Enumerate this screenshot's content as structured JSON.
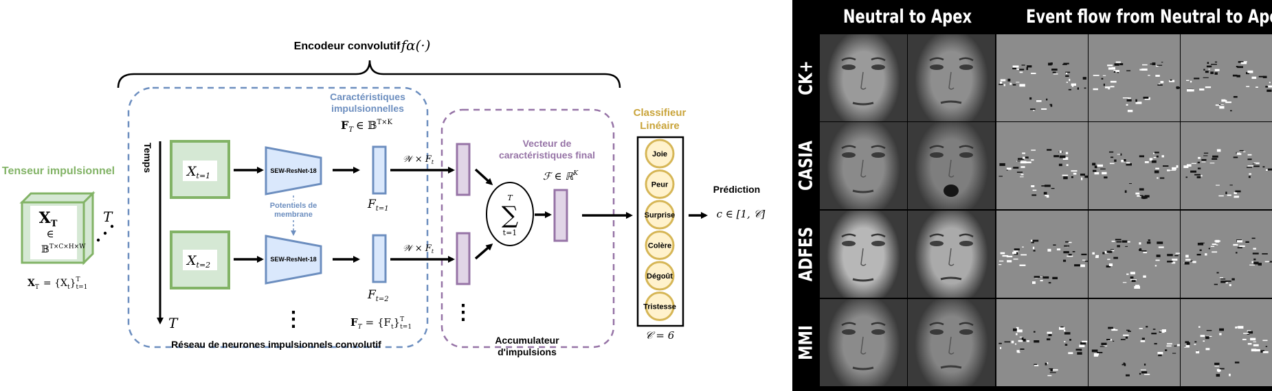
{
  "diagram": {
    "encoder_label": "Encodeur convolutif",
    "encoder_math": "fα(·)",
    "input_title": "Tenseur impulsionnel",
    "input_cube_symbol": "X",
    "input_cube_sub": "T",
    "input_cube_in": "∈",
    "input_cube_space": "𝔹",
    "input_cube_space_sup": "T×C×H×W",
    "input_depth_T": "T",
    "input_set": "X",
    "input_set_rest": "= {X",
    "input_set_sub": "T",
    "input_set_sub2": "t",
    "input_set_close": "}",
    "input_set_sup": "T",
    "input_set_idx": "t=1",
    "time_axis_label": "Temps",
    "time_axis_T": "T",
    "snn_label": "Réseau de neurones impulsionnels convolutif",
    "x1_label": "X",
    "x1_sub": "t=1",
    "x2_label": "X",
    "x2_sub": "t=2",
    "sew_top": "SEW-ResNet-18",
    "sew_bottom": "SEW-ResNet-18",
    "membrane_line1": "Potentiels de",
    "membrane_line2": "membrane",
    "features_title_line1": "Caractéristiques",
    "features_title_line2": "impulsionnelles",
    "features_math": "F",
    "features_math_sub": "T",
    "features_math_in": "∈ 𝔹",
    "features_math_sup": "T×K",
    "f1_label": "F",
    "f1_sub": "t=1",
    "f2_label": "F",
    "f2_sub": "t=2",
    "fset_label": "F",
    "fset_sub": "T",
    "fset_eq": "= {F",
    "fset_sub2": "t",
    "fset_close": "}",
    "fset_sup": "T",
    "fset_idx": "t=1",
    "w_top": "𝒲 × F",
    "w_top_sub": "t",
    "w_bottom": "𝒲 × F",
    "w_bottom_sub": "t",
    "sum_symbol": "∑",
    "sum_top": "T",
    "sum_bottom": "t=1",
    "final_title_line1": "Vecteur de",
    "final_title_line2": "caractéristiques final",
    "final_math": "ℱ ∈ ℝ",
    "final_math_sup": "K",
    "accum_line1": "Accumulateur",
    "accum_line2": "d'impulsions",
    "classifier_line1": "Classifieur",
    "classifier_line2": "Linéaire",
    "classes": [
      "Joie",
      "Peur",
      "Surprise",
      "Colère",
      "Dégoût",
      "Tristesse"
    ],
    "classes_count": "𝒞 = 6",
    "prediction_title": "Prédiction",
    "prediction_math": "c ∈ [1, 𝒞]",
    "ellipsis": "⋮"
  },
  "figure_panel": {
    "header_left": "Neutral to Apex",
    "header_right": "Event flow from Neutral to Apex",
    "rows": [
      "CK+",
      "CASIA",
      "ADFES",
      "MMI"
    ]
  },
  "colors": {
    "green": "#82b366",
    "green_fill": "#d5e8d4",
    "blue": "#6c8ebf",
    "blue_fill": "#dae8fc",
    "purple": "#9673a6",
    "purple_fill": "#e1d5e7",
    "gold": "#d6b656",
    "gold_fill": "#fff2cc",
    "gold_text": "#c9a43a"
  }
}
